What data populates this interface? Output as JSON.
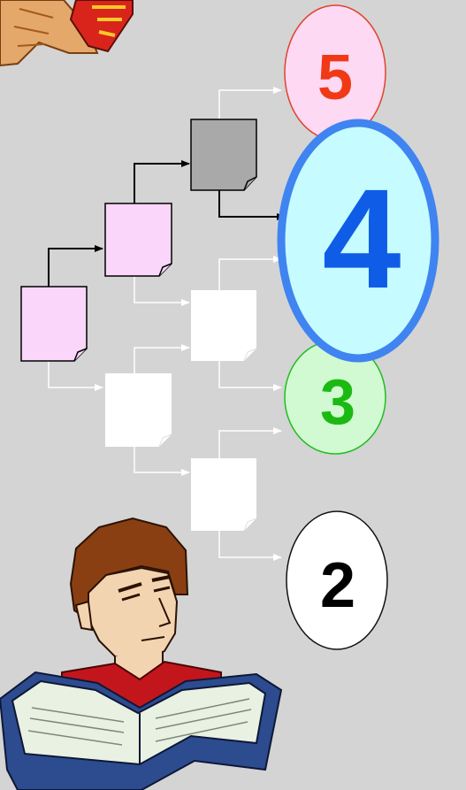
{
  "grades": {
    "five": {
      "label": "5",
      "fill": "#fdd9f4",
      "stroke": "#e0442a",
      "text_color": "#f03a16"
    },
    "four": {
      "label": "4",
      "fill": "#c6fbff",
      "stroke": "#3f84f0",
      "text_color": "#0f5de6"
    },
    "three": {
      "label": "3",
      "fill": "#d2fad2",
      "stroke": "#1fbd1f",
      "text_color": "#1aba12"
    },
    "two": {
      "label": "2",
      "fill": "#ffffff",
      "stroke": "#111111",
      "text_color": "#000000"
    }
  },
  "colors": {
    "background": "#d4d4d4",
    "doc_pink": "#fbd6fb",
    "doc_gray": "#a9a9a9",
    "doc_white": "#ffffff",
    "connector_black": "#000000",
    "connector_white": "#ffffff"
  },
  "icons": [
    "hand-with-sleeve-illustration",
    "student-reading-book-illustration",
    "document-icon"
  ]
}
